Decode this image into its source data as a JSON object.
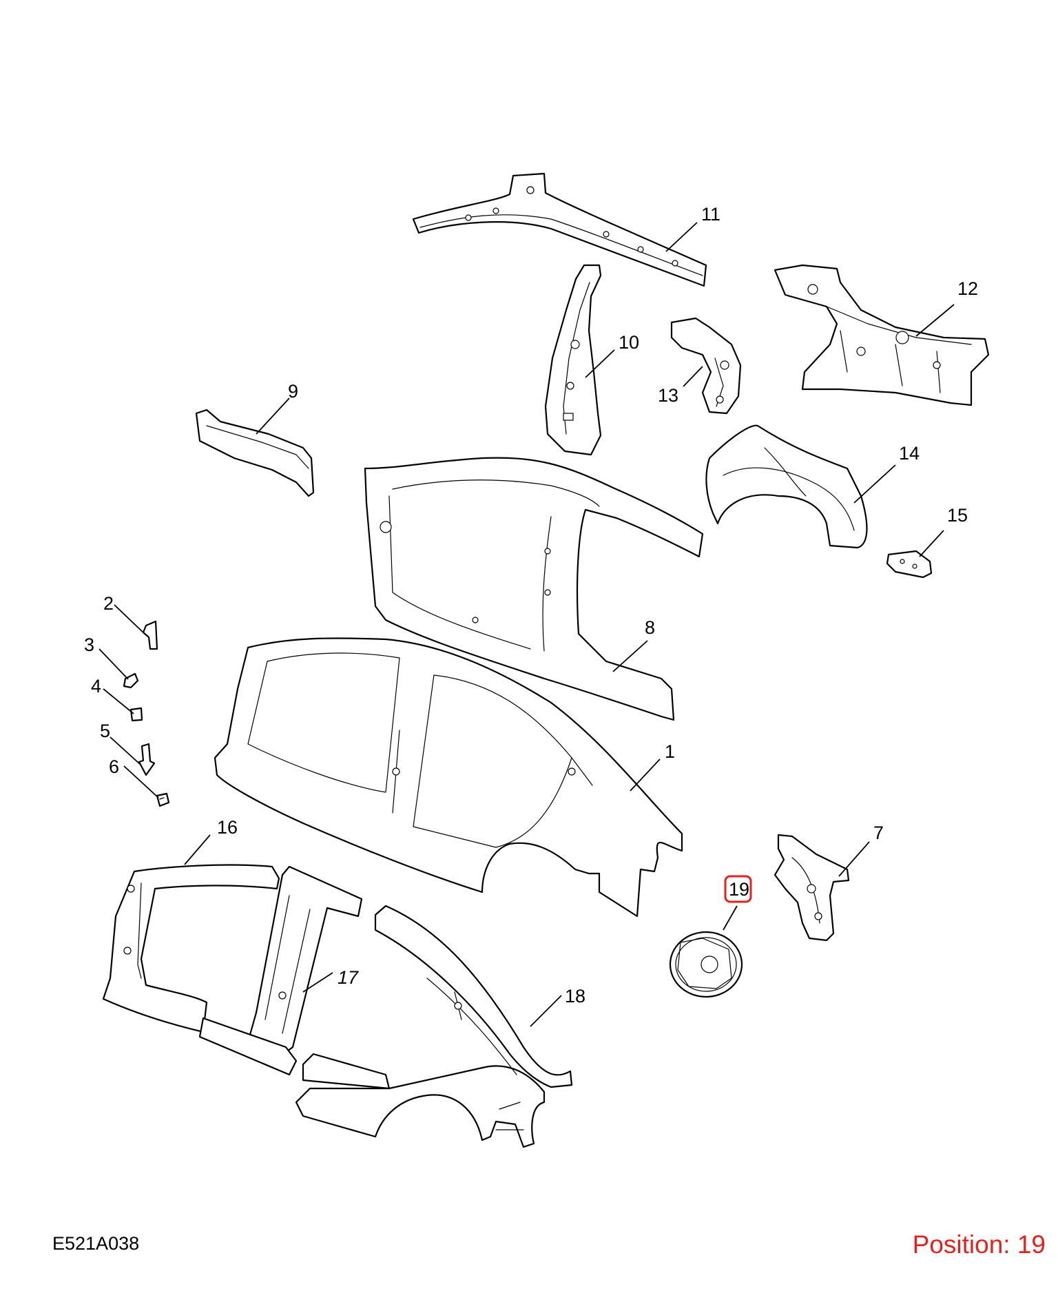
{
  "callouts": {
    "c1": "1",
    "c2": "2",
    "c3": "3",
    "c4": "4",
    "c5": "5",
    "c6": "6",
    "c7": "7",
    "c8": "8",
    "c9": "9",
    "c10": "10",
    "c11": "11",
    "c12": "12",
    "c13": "13",
    "c14": "14",
    "c15": "15",
    "c16": "16",
    "c17": "17",
    "c18": "18",
    "c19": "19"
  },
  "footer": {
    "drawing_code": "E521A038",
    "position_label": "Position: 19"
  },
  "highlight": {
    "callout": "19",
    "color": "#e8201c"
  }
}
